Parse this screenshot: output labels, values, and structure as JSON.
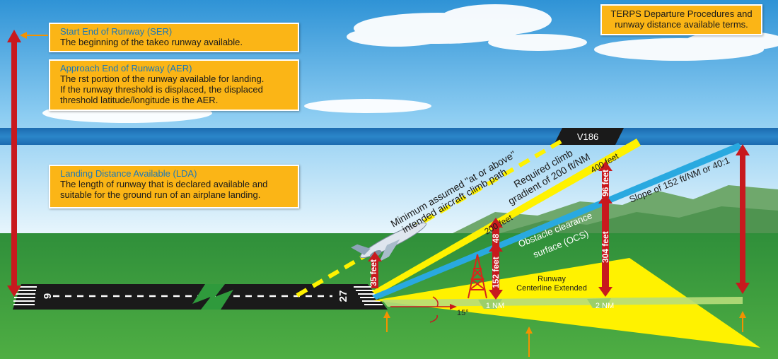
{
  "title_box": {
    "line1": "TERPS Departure Procedures and",
    "line2": "runway distance available terms."
  },
  "callouts": {
    "ser": {
      "title": "Start End of Runway (SER)",
      "line1": "The beginning of the takeo   runway available."
    },
    "aer": {
      "title": "Approach End of Runway (AER)",
      "line1": "The    rst portion of the runway available for landing.",
      "line2": "If the runway threshold is displaced, the displaced",
      "line3": "threshold latitude/longitude is the AER."
    },
    "lda": {
      "title": "Landing Distance Available (LDA)",
      "line1": "The length of runway that is declared available and",
      "line2": "suitable for the ground run of an airplane landing."
    }
  },
  "labels": {
    "airway": "V186",
    "assumed_path_1": "Minimum assumed \"at or above\"",
    "assumed_path_2": "intended aircraft climb path",
    "climb_grad_1": "Required climb",
    "climb_grad_2": "gradient of 200 ft/NM",
    "ft_400": "400 feet",
    "ft_200": "200 feet",
    "ocs_slope": "Slope of 152 ft/NM or 40:1",
    "ocs_1": "Obstacle clearance",
    "ocs_2": "surface (OCS)",
    "h_96": "96 feet",
    "h_304": "304 feet",
    "h_48": "48",
    "h_152": "152 feet",
    "h_35": "35 feet",
    "centerline_1": "Runway",
    "centerline_2": "Centerline Extended",
    "nm_1": "1 NM",
    "nm_2": "2 NM",
    "angle": "15°",
    "rwy_left": "9",
    "rwy_right": "27"
  },
  "colors": {
    "sky": "#8fd3f5",
    "ground": "#3a9a3c",
    "callout": "#fbb516",
    "callout_title": "#1b78b8",
    "climb_yellow": "#fff200",
    "ocs_blue": "#29a9e0",
    "height_arrow": "#c8191e",
    "guide_arrow": "#f39200",
    "airway_band": "#1f6fb5"
  }
}
